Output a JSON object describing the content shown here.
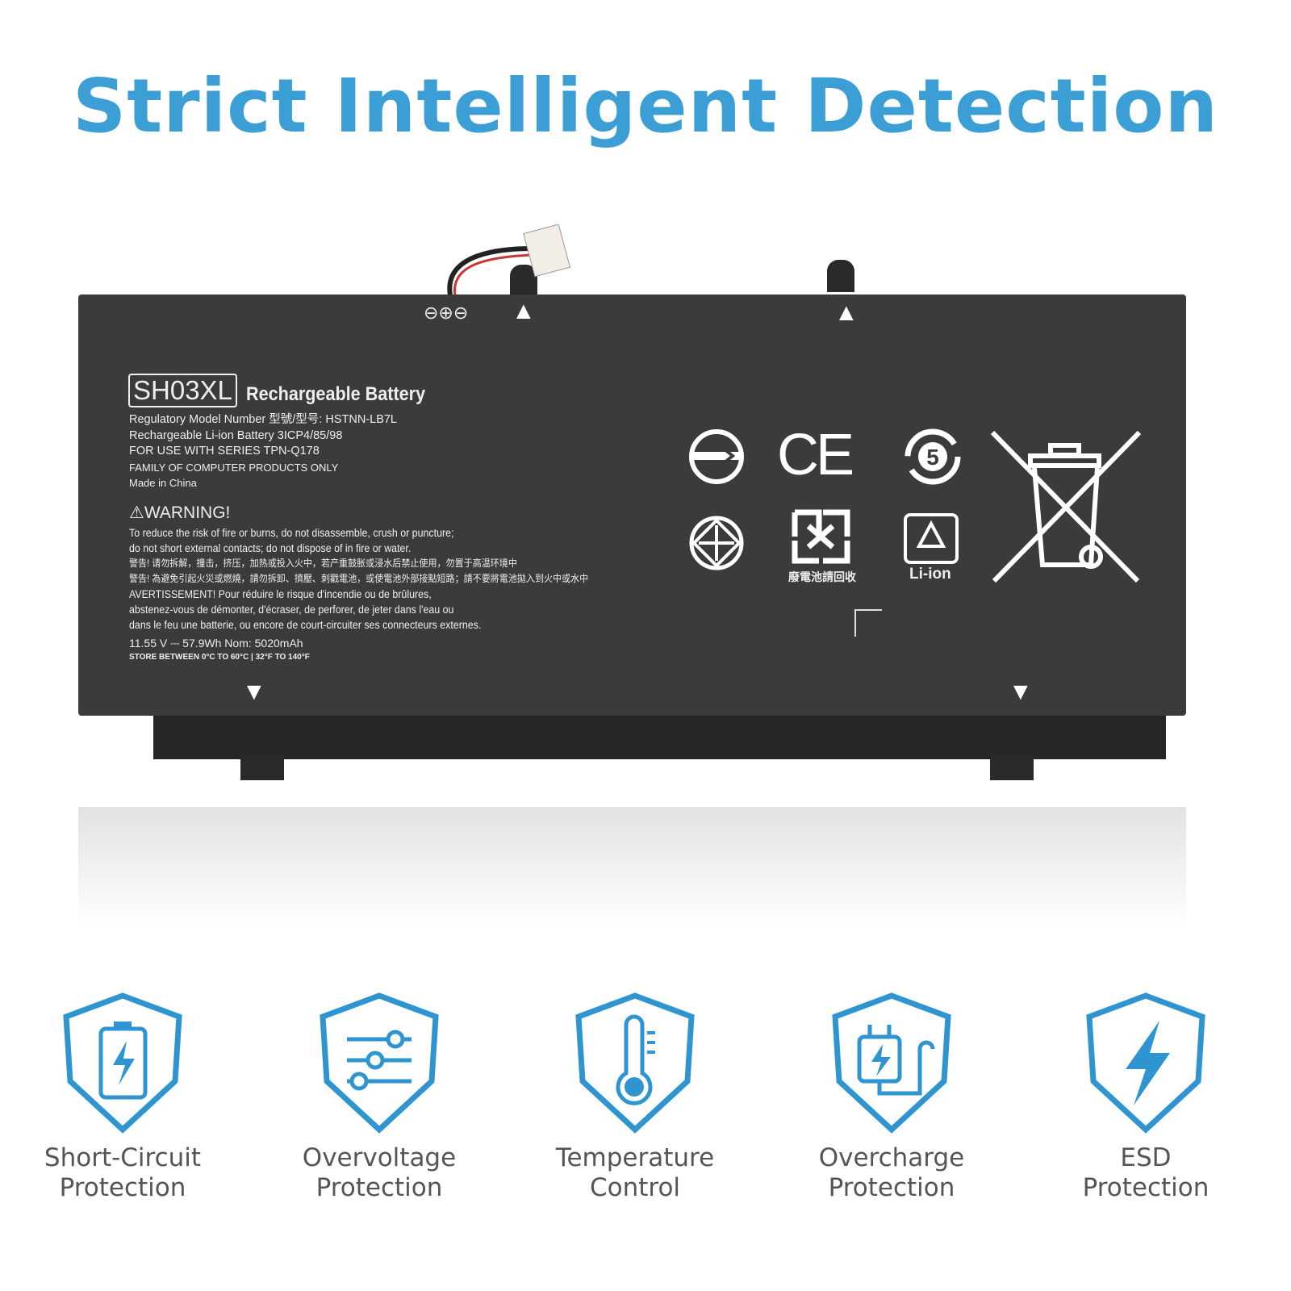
{
  "title": "Strict Intelligent Detection",
  "label": {
    "model": "SH03XL",
    "heading": "Rechargeable Battery",
    "lines": [
      "Regulatory Model Number 型號/型号: HSTNN-LB7L",
      "Rechargeable Li-ion Battery   3ICP4/85/98",
      "FOR USE WITH  SERIES TPN-Q178",
      "FAMILY OF COMPUTER PRODUCTS ONLY",
      "Made in China"
    ],
    "warning_title": "⚠WARNING!",
    "warning": [
      "To reduce the risk of fire or burns, do not disassemble, crush or puncture;",
      "do not short external contacts; do not dispose of in fire or water.",
      "警告! 请勿拆解，撞击，挤压，加热或投入火中，若产重鼓胀或浸水后禁止使用，勿置于高温环境中",
      "警告! 為避免引起火災或燃燒，請勿拆卸、擠壓、刺戳電池，或使電池外部接點短路；請不要將電池拋入到火中或水中",
      "AVERTISSEMENT! Pour réduire le risque d'incendie ou de brûlures,",
      "abstenez-vous de démonter, d'écraser, de perforer, de jeter dans l'eau ou",
      "dans le feu une batterie, ou encore de court-circuiter ses connecteurs externes."
    ],
    "rating": "11.55 V ⎓ 57.9Wh  Nom: 5020mAh",
    "store": "STORE BETWEEN  0°C TO 60°C | 32°F TO 140°F",
    "polarity": "⊖⊕⊖",
    "ce": "CE",
    "recycle_cn": "廢電池請回收",
    "liion": "Li-ion",
    "epup": "5"
  },
  "features": [
    {
      "icon": "battery-bolt-icon",
      "line1": "Short-Circuit",
      "line2": "Protection"
    },
    {
      "icon": "sliders-icon",
      "line1": "Overvoltage",
      "line2": "Protection"
    },
    {
      "icon": "thermometer-icon",
      "line1": "Temperature",
      "line2": "Control"
    },
    {
      "icon": "plug-bolt-icon",
      "line1": "Overcharge",
      "line2": "Protection"
    },
    {
      "icon": "lightning-icon",
      "line1": "ESD",
      "line2": "Protection"
    }
  ],
  "colors": {
    "accent": "#3b9fd5",
    "battery": "#3b3b3b"
  }
}
